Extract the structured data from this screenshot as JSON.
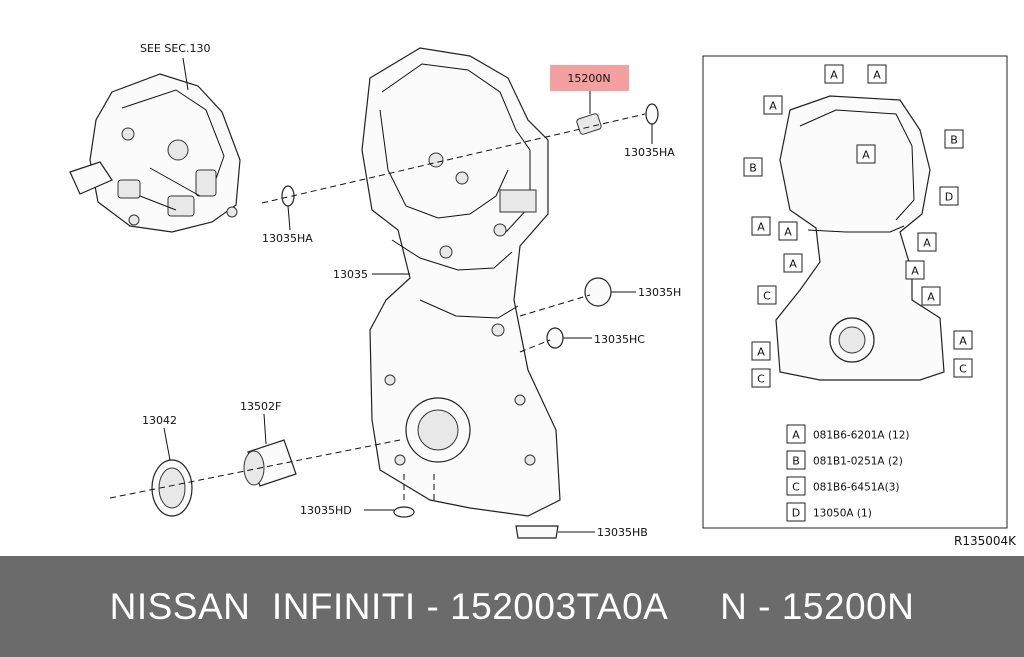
{
  "callouts": {
    "see_sec": "SEE SEC.130",
    "highlight": "15200N",
    "c13035ha_right": "13035HA",
    "c13035ha_left": "13035HA",
    "c13035": "13035",
    "c13035h": "13035H",
    "c13035hc": "13035HC",
    "c13042": "13042",
    "c13502f": "13502F",
    "c13035hd": "13035HD",
    "c13035hb": "13035HB"
  },
  "legend": [
    {
      "letter": "A",
      "code": "081B6-6201A (12)"
    },
    {
      "letter": "B",
      "code": "081B1-0251A (2)"
    },
    {
      "letter": "C",
      "code": "081B6-6451A(3)"
    },
    {
      "letter": "D",
      "code": "13050A (1)"
    }
  ],
  "bolt_letters": [
    "A",
    "A",
    "A",
    "B",
    "B",
    "A",
    "D",
    "A",
    "A",
    "A",
    "A",
    "A",
    "C",
    "A",
    "A",
    "A",
    "C",
    "C"
  ],
  "ref_code": "R135004K",
  "footer_text": "NISSAN  INFINITI - 152003TA0A     N - 15200N",
  "colors": {
    "highlight": "#f4a0a0",
    "footer_bg": "#6b6b6b"
  }
}
